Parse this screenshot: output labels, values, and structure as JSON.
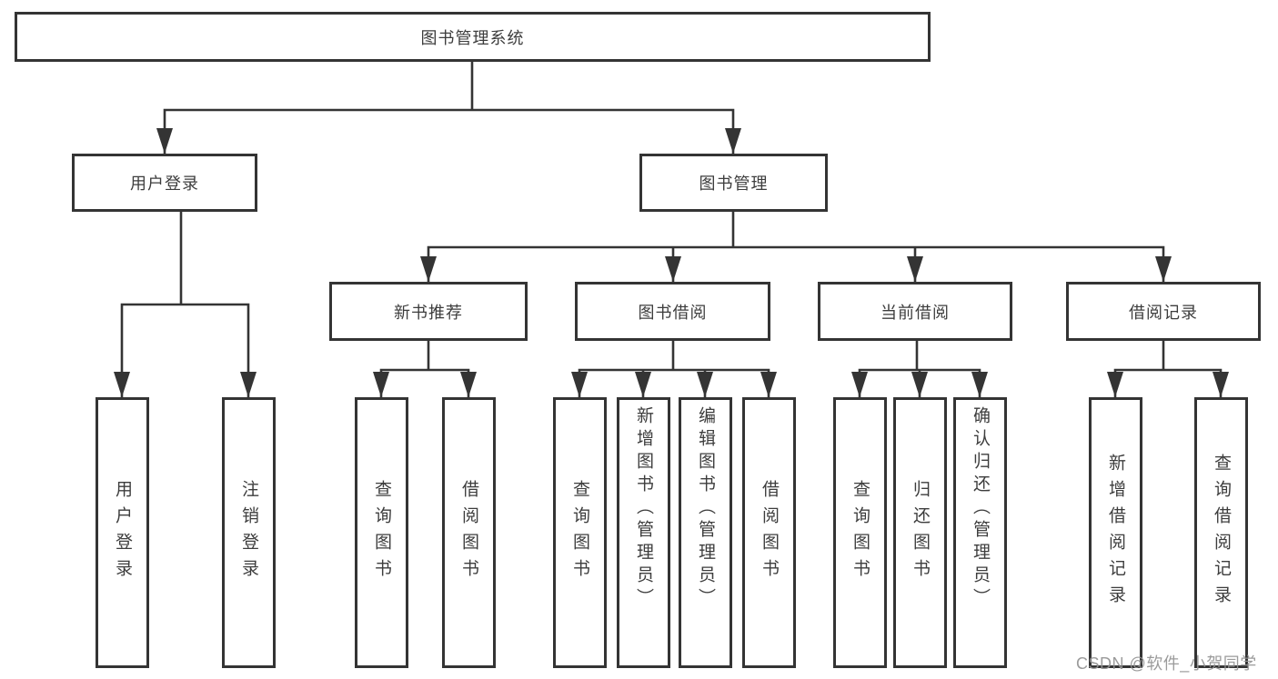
{
  "tree": {
    "root": {
      "label": "图书管理系统"
    },
    "level2": [
      {
        "label": "用户登录",
        "children": [
          {
            "label": "用户登录"
          },
          {
            "label": "注销登录"
          }
        ]
      },
      {
        "label": "图书管理",
        "sections": [
          {
            "label": "新书推荐",
            "children": [
              {
                "label": "查询图书"
              },
              {
                "label": "借阅图书"
              }
            ]
          },
          {
            "label": "图书借阅",
            "children": [
              {
                "label": "查询图书"
              },
              {
                "label": "新增图书（管理员）"
              },
              {
                "label": "编辑图书（管理员）"
              },
              {
                "label": "借阅图书"
              }
            ]
          },
          {
            "label": "当前借阅",
            "children": [
              {
                "label": "查询图书"
              },
              {
                "label": "归还图书"
              },
              {
                "label": "确认归还（管理员）"
              }
            ]
          },
          {
            "label": "借阅记录",
            "children": [
              {
                "label": "新增借阅记录"
              },
              {
                "label": "查询借阅记录"
              }
            ]
          }
        ]
      }
    ]
  },
  "watermark": "CSDN @软件_小贺同学",
  "colors": {
    "line": "#343434",
    "box_border": "#343434",
    "text": "#3d3d3d",
    "watermark": "#929292",
    "background": "#ffffff"
  }
}
